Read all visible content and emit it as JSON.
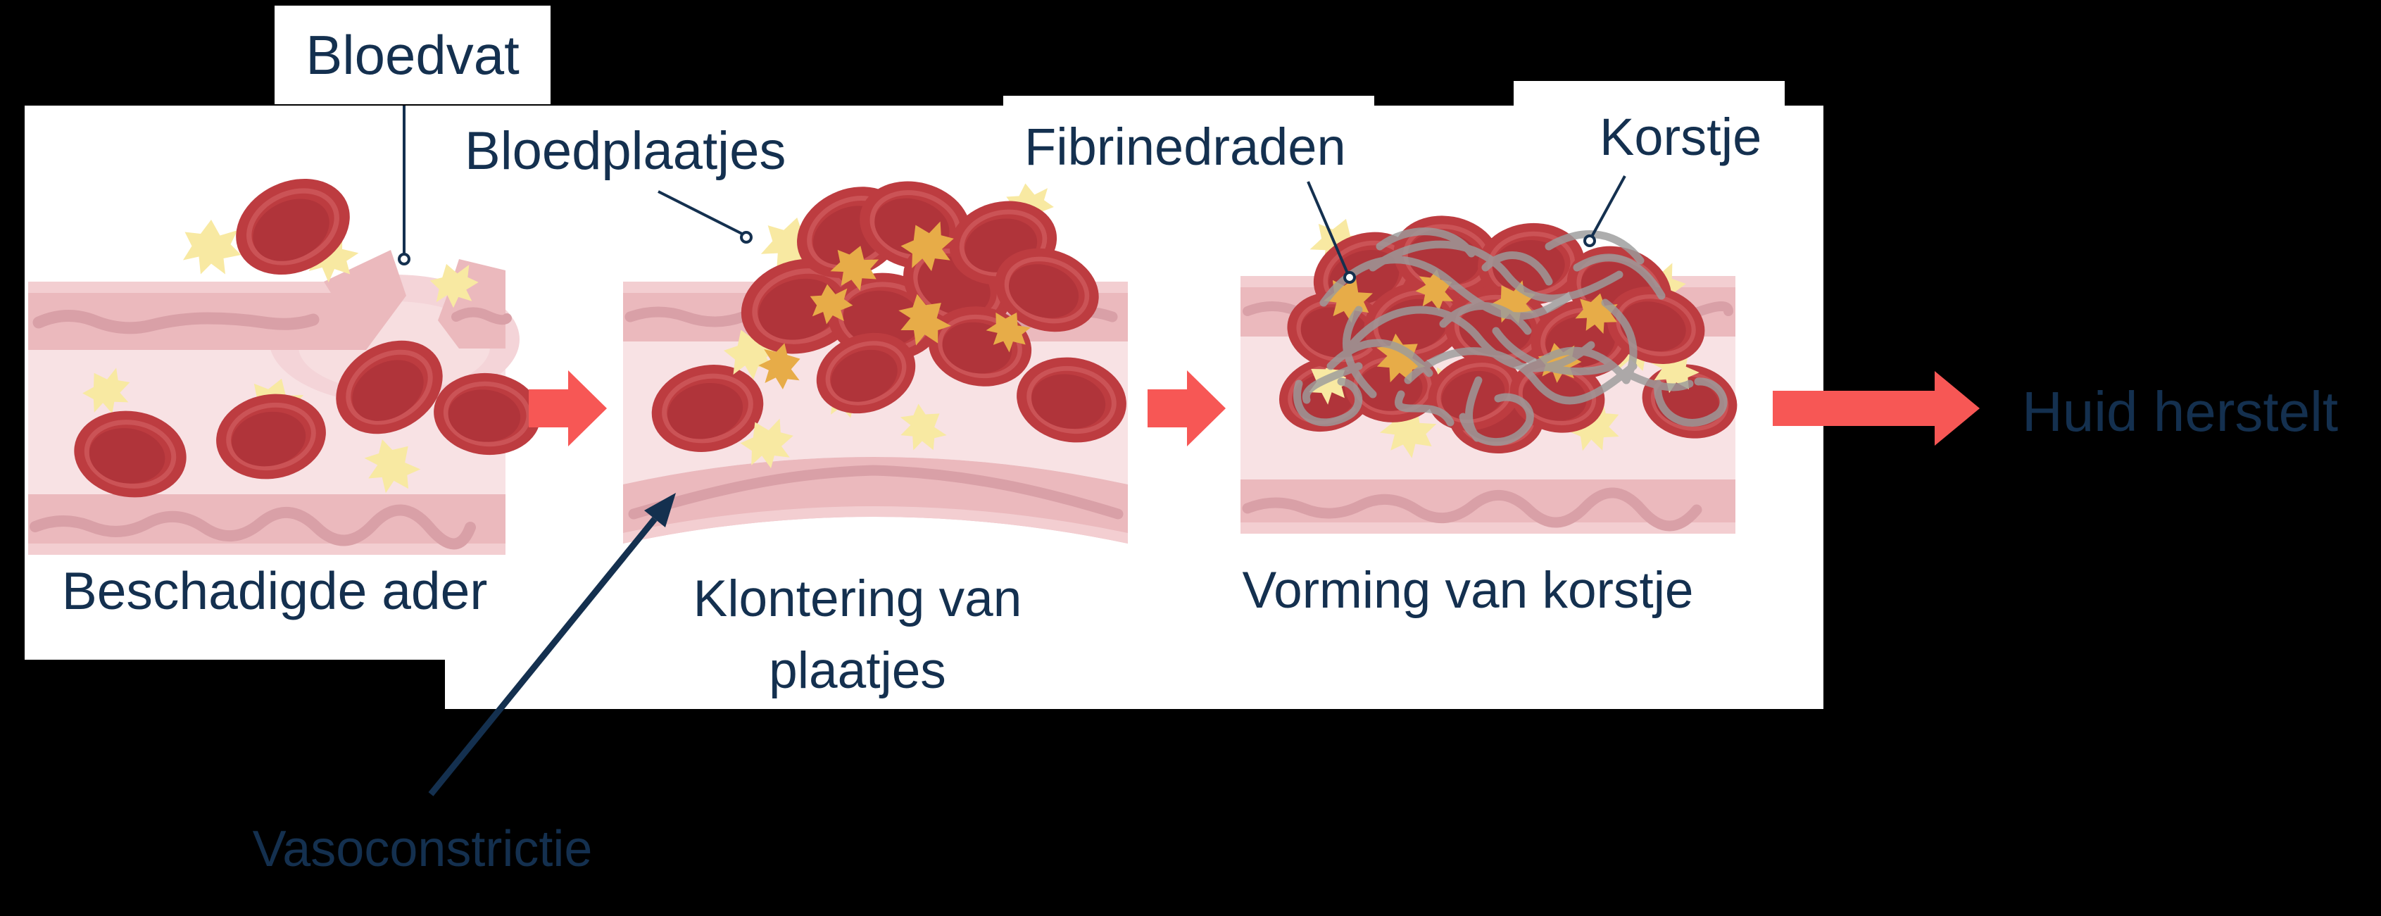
{
  "labels": {
    "bloedvat": "Bloedvat",
    "bloedplaatjes": "Bloedplaatjes",
    "fibrinedraden": "Fibrinedraden",
    "korstje": "Korstje",
    "vasoconstrictie": "Vasoconstrictie"
  },
  "captions": {
    "stage1": "Beschadigde ader",
    "stage2": "Klontering van\nplaatjes",
    "stage3": "Vorming van korstje",
    "result": "Huid herstelt"
  },
  "colors": {
    "background": "#000000",
    "panel": "#FFFFFF",
    "label_text": "#14304F",
    "pointer_line": "#14304F",
    "flow_arrow": "#F75755",
    "cell_red": "#BD3C40",
    "cell_red_dark": "#B0343A",
    "cell_red_ring": "#CB5356",
    "vessel_wall": "#EBB9BD",
    "vessel_wall_light": "#F3CED1",
    "vessel_wall_wave": "#D9A0A7",
    "vessel_lumen": "#F8E2E4",
    "vessel_bulge": "#F4D4D8",
    "platelet_yellow": "#F8E9A2",
    "platelet_orange": "#E7AC48",
    "fibrin_gray": "#9C9C9C"
  }
}
